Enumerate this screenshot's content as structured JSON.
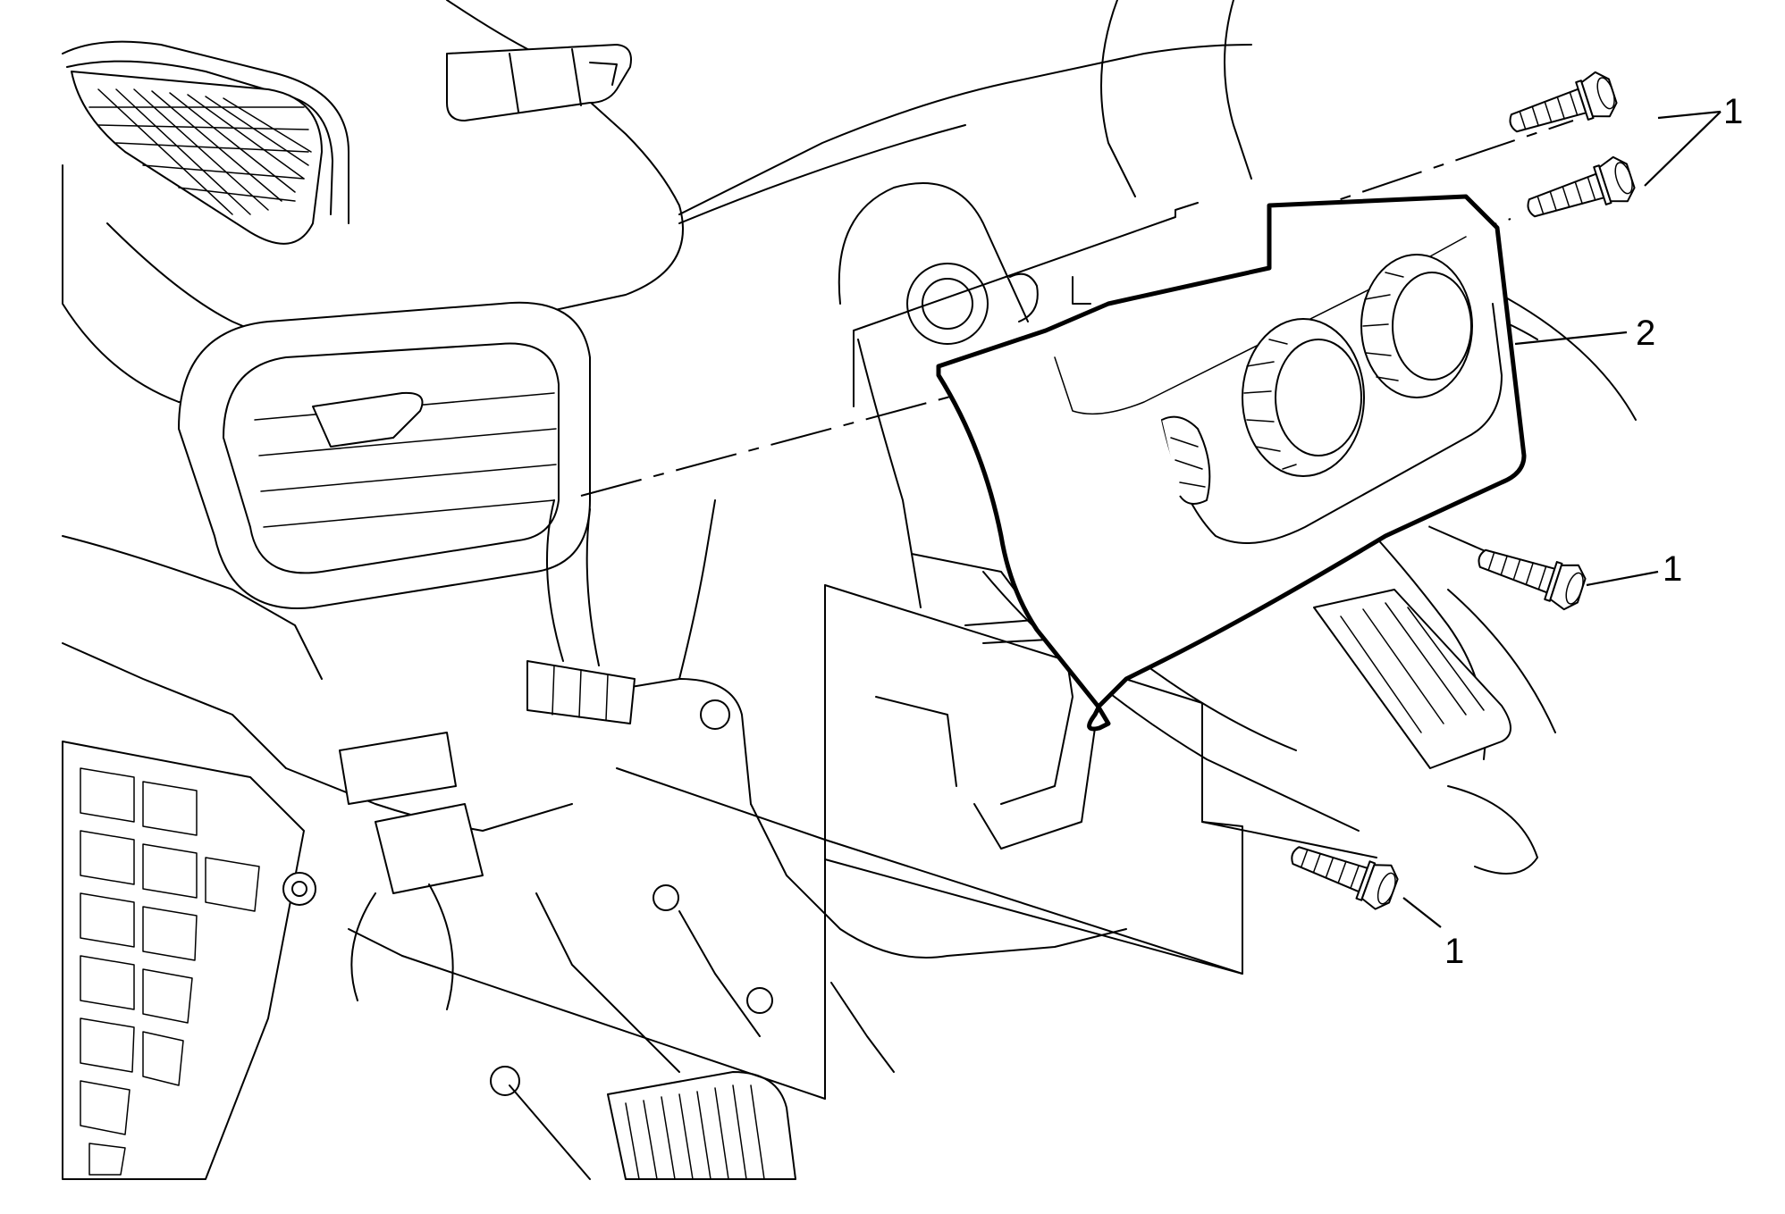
{
  "callouts": {
    "bolt_top_pair": "1",
    "panel": "2",
    "bolt_right": "1",
    "bolt_bottom": "1"
  }
}
